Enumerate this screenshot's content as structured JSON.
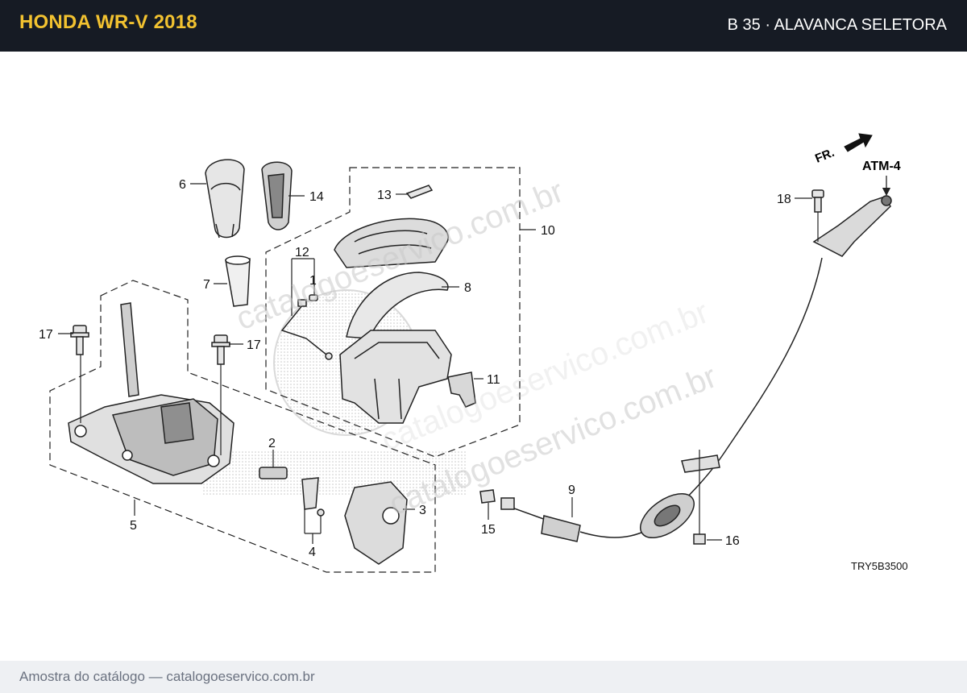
{
  "header": {
    "title": "HONDA WR-V 2018",
    "section": "B 35 · ALAVANCA SELETORA"
  },
  "diagram": {
    "direction_label": "FR.",
    "atm_label": "ATM-4",
    "drawing_code": "TRY5B3500",
    "watermarks": [
      "catalogoeservico.com.br",
      "catalogoeservico.com.br",
      "catalogoeservico.com.br"
    ],
    "callouts": [
      "1",
      "2",
      "3",
      "4",
      "5",
      "6",
      "7",
      "8",
      "9",
      "10",
      "11",
      "12",
      "13",
      "14",
      "15",
      "16",
      "17",
      "17",
      "18"
    ],
    "colors": {
      "header_bg": "#161b24",
      "title": "#f2c230",
      "line": "#222222",
      "part_fill": "#e6e6e6"
    }
  },
  "footer": {
    "text": "Amostra do catálogo — catalogoeservico.com.br"
  }
}
